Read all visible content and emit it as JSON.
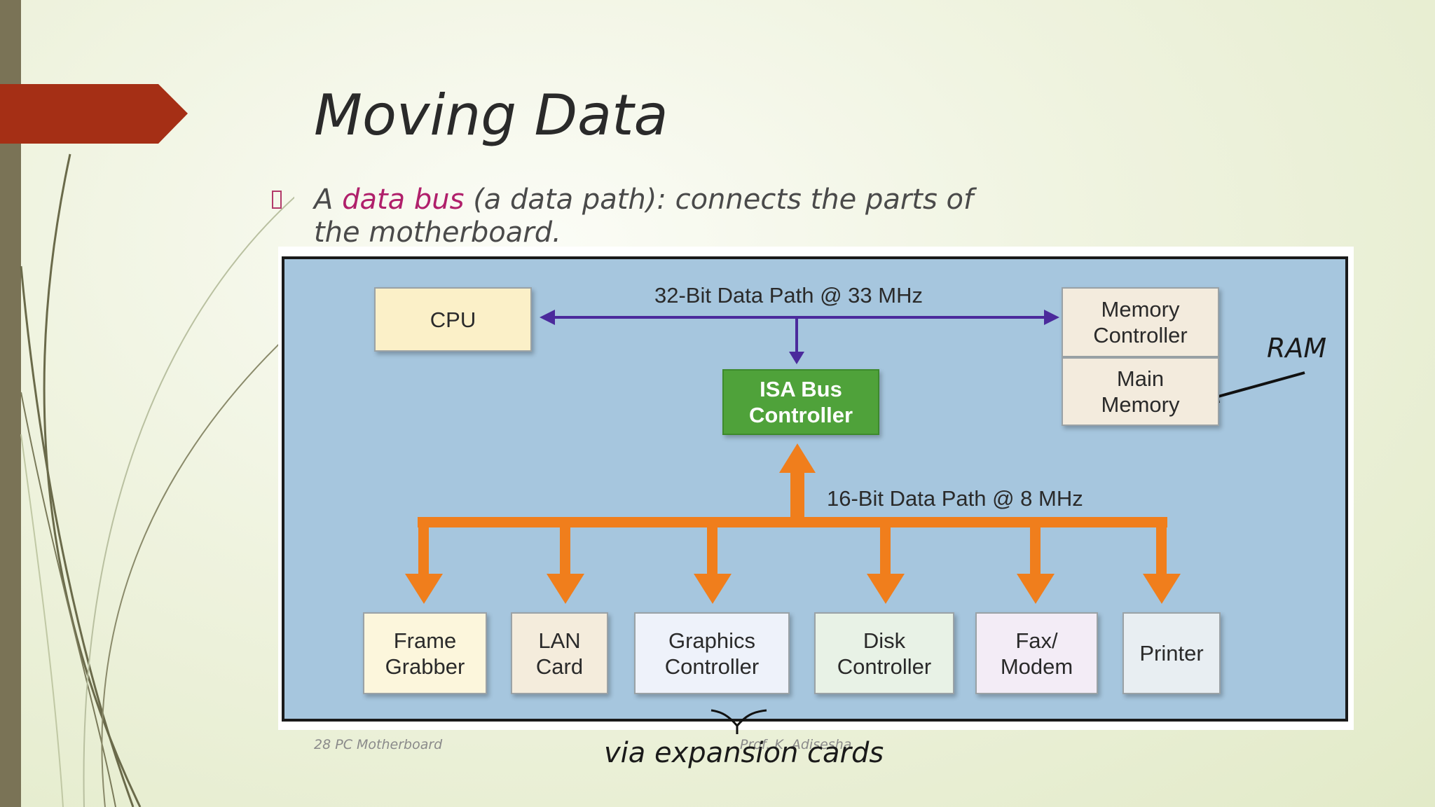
{
  "slide": {
    "title": "Moving Data",
    "bullet": {
      "prefix": "A ",
      "highlight": "data bus",
      "suffix": " (a data path): connects the parts of the motherboard."
    },
    "footer_number": "28",
    "footer_left": "PC Motherboard",
    "footer_author": "Prof. K. Adisesha"
  },
  "diagram": {
    "cpu": "CPU",
    "isa_line1": "ISA Bus",
    "isa_line2": "Controller",
    "memctl_line1": "Memory",
    "memctl_line2": "Controller",
    "mainmem_line1": "Main",
    "mainmem_line2": "Memory",
    "path32": "32-Bit Data Path @ 33 MHz",
    "path16": "16-Bit Data Path @ 8 MHz",
    "devices": [
      {
        "line1": "Frame",
        "line2": "Grabber"
      },
      {
        "line1": "LAN",
        "line2": "Card"
      },
      {
        "line1": "Graphics",
        "line2": "Controller"
      },
      {
        "line1": "Disk",
        "line2": "Controller"
      },
      {
        "line1": "Fax/",
        "line2": "Modem"
      },
      {
        "line1": "Printer",
        "line2": ""
      }
    ]
  },
  "annotations": {
    "ram": "RAM",
    "expansion": "via expansion cards"
  },
  "colors": {
    "accent_red": "#a52f15",
    "bus_orange": "#f07e1c",
    "bus_purple": "#4b2a9c",
    "isa_green": "#4fa23a",
    "highlight_magenta": "#b0206b"
  }
}
